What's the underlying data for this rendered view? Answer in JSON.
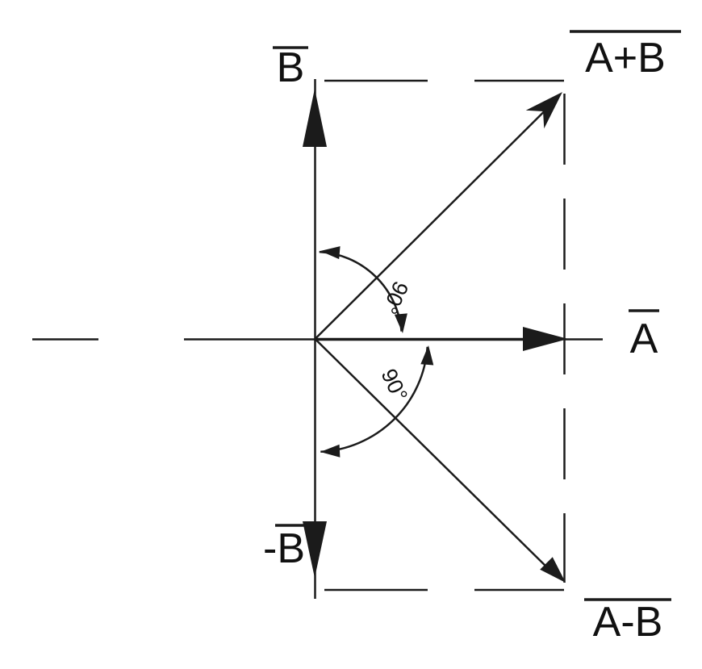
{
  "diagram": {
    "labels": {
      "b_vector": "B",
      "neg_b_vector": "-B",
      "a_vector": "A",
      "a_plus_b": "A+B",
      "a_minus_b": "A-B",
      "upper_angle": "90°",
      "lower_angle": "90°"
    },
    "colors": {
      "stroke": "#1b1b1b",
      "background": "#ffffff"
    }
  }
}
